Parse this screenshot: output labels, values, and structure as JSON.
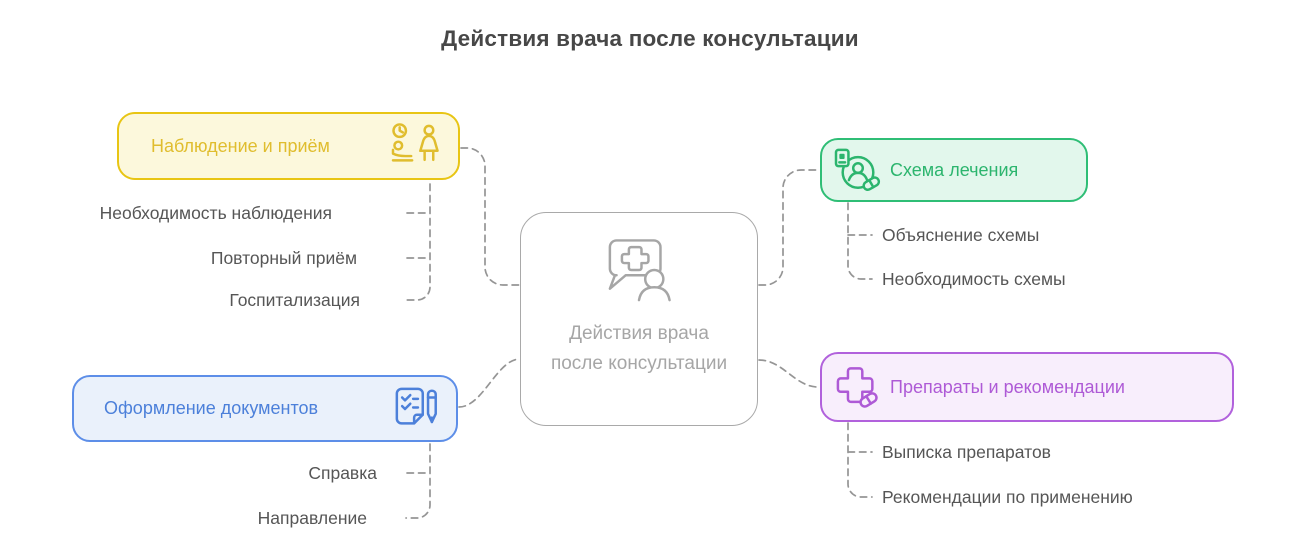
{
  "title": "Действия врача после консультации",
  "center": {
    "label": "Действия врача после консультации",
    "icon": "consultation-bubble-person-icon"
  },
  "branches": {
    "observation": {
      "label": "Наблюдение и приём",
      "icon": "reception-appointment-icon",
      "border_color": "#E8C514",
      "background": "#FCF8DC",
      "text_color": "#E0BD2E",
      "items": [
        "Необходимость наблюдения",
        "Повторный приём",
        "Госпитализация"
      ]
    },
    "documents": {
      "label": "Оформление документов",
      "icon": "document-pen-icon",
      "border_color": "#5D8EE8",
      "background": "#EAF1FB",
      "text_color": "#4C80DA",
      "items": [
        "Справка",
        "Направление"
      ]
    },
    "treatment": {
      "label": "Схема лечения",
      "icon": "patient-plan-icon",
      "border_color": "#2FBE76",
      "background": "#E2F7EC",
      "text_color": "#2CB56E",
      "items": [
        "Объяснение схемы",
        "Необходимость схемы"
      ]
    },
    "medications": {
      "label": "Препараты и рекомендации",
      "icon": "cross-pill-icon",
      "border_color": "#B161DC",
      "background": "#F8EEFC",
      "text_color": "#AE5AD6",
      "items": [
        "Выписка препаратов",
        "Рекомендации по применению"
      ]
    }
  },
  "colors": {
    "title_text": "#474747",
    "item_text": "#565656",
    "connector": "#959595",
    "center_border": "#A9A9A9",
    "center_text": "#A6A6A6",
    "page_background": "#FFFFFF"
  }
}
